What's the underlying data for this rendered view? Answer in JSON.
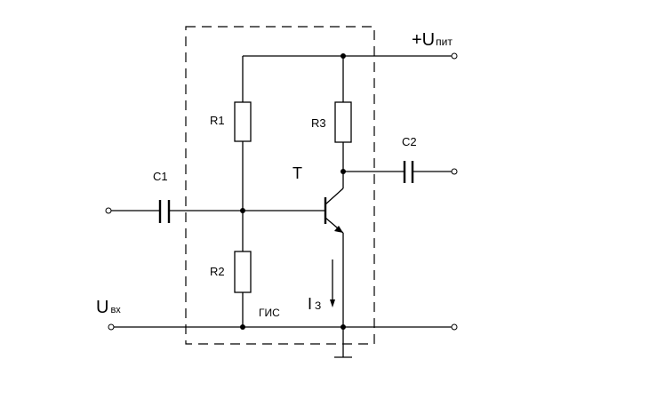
{
  "labels": {
    "supply_main": "+U",
    "supply_sub": "пит",
    "input_main": "U",
    "input_sub": "вх",
    "r1": "R1",
    "r2": "R2",
    "r3": "R3",
    "c1": "C1",
    "c2": "C2",
    "transistor": "T",
    "current_main": "I",
    "current_sub": "З",
    "block": "ГИС"
  },
  "colors": {
    "line": "#000000",
    "background": "#ffffff"
  }
}
